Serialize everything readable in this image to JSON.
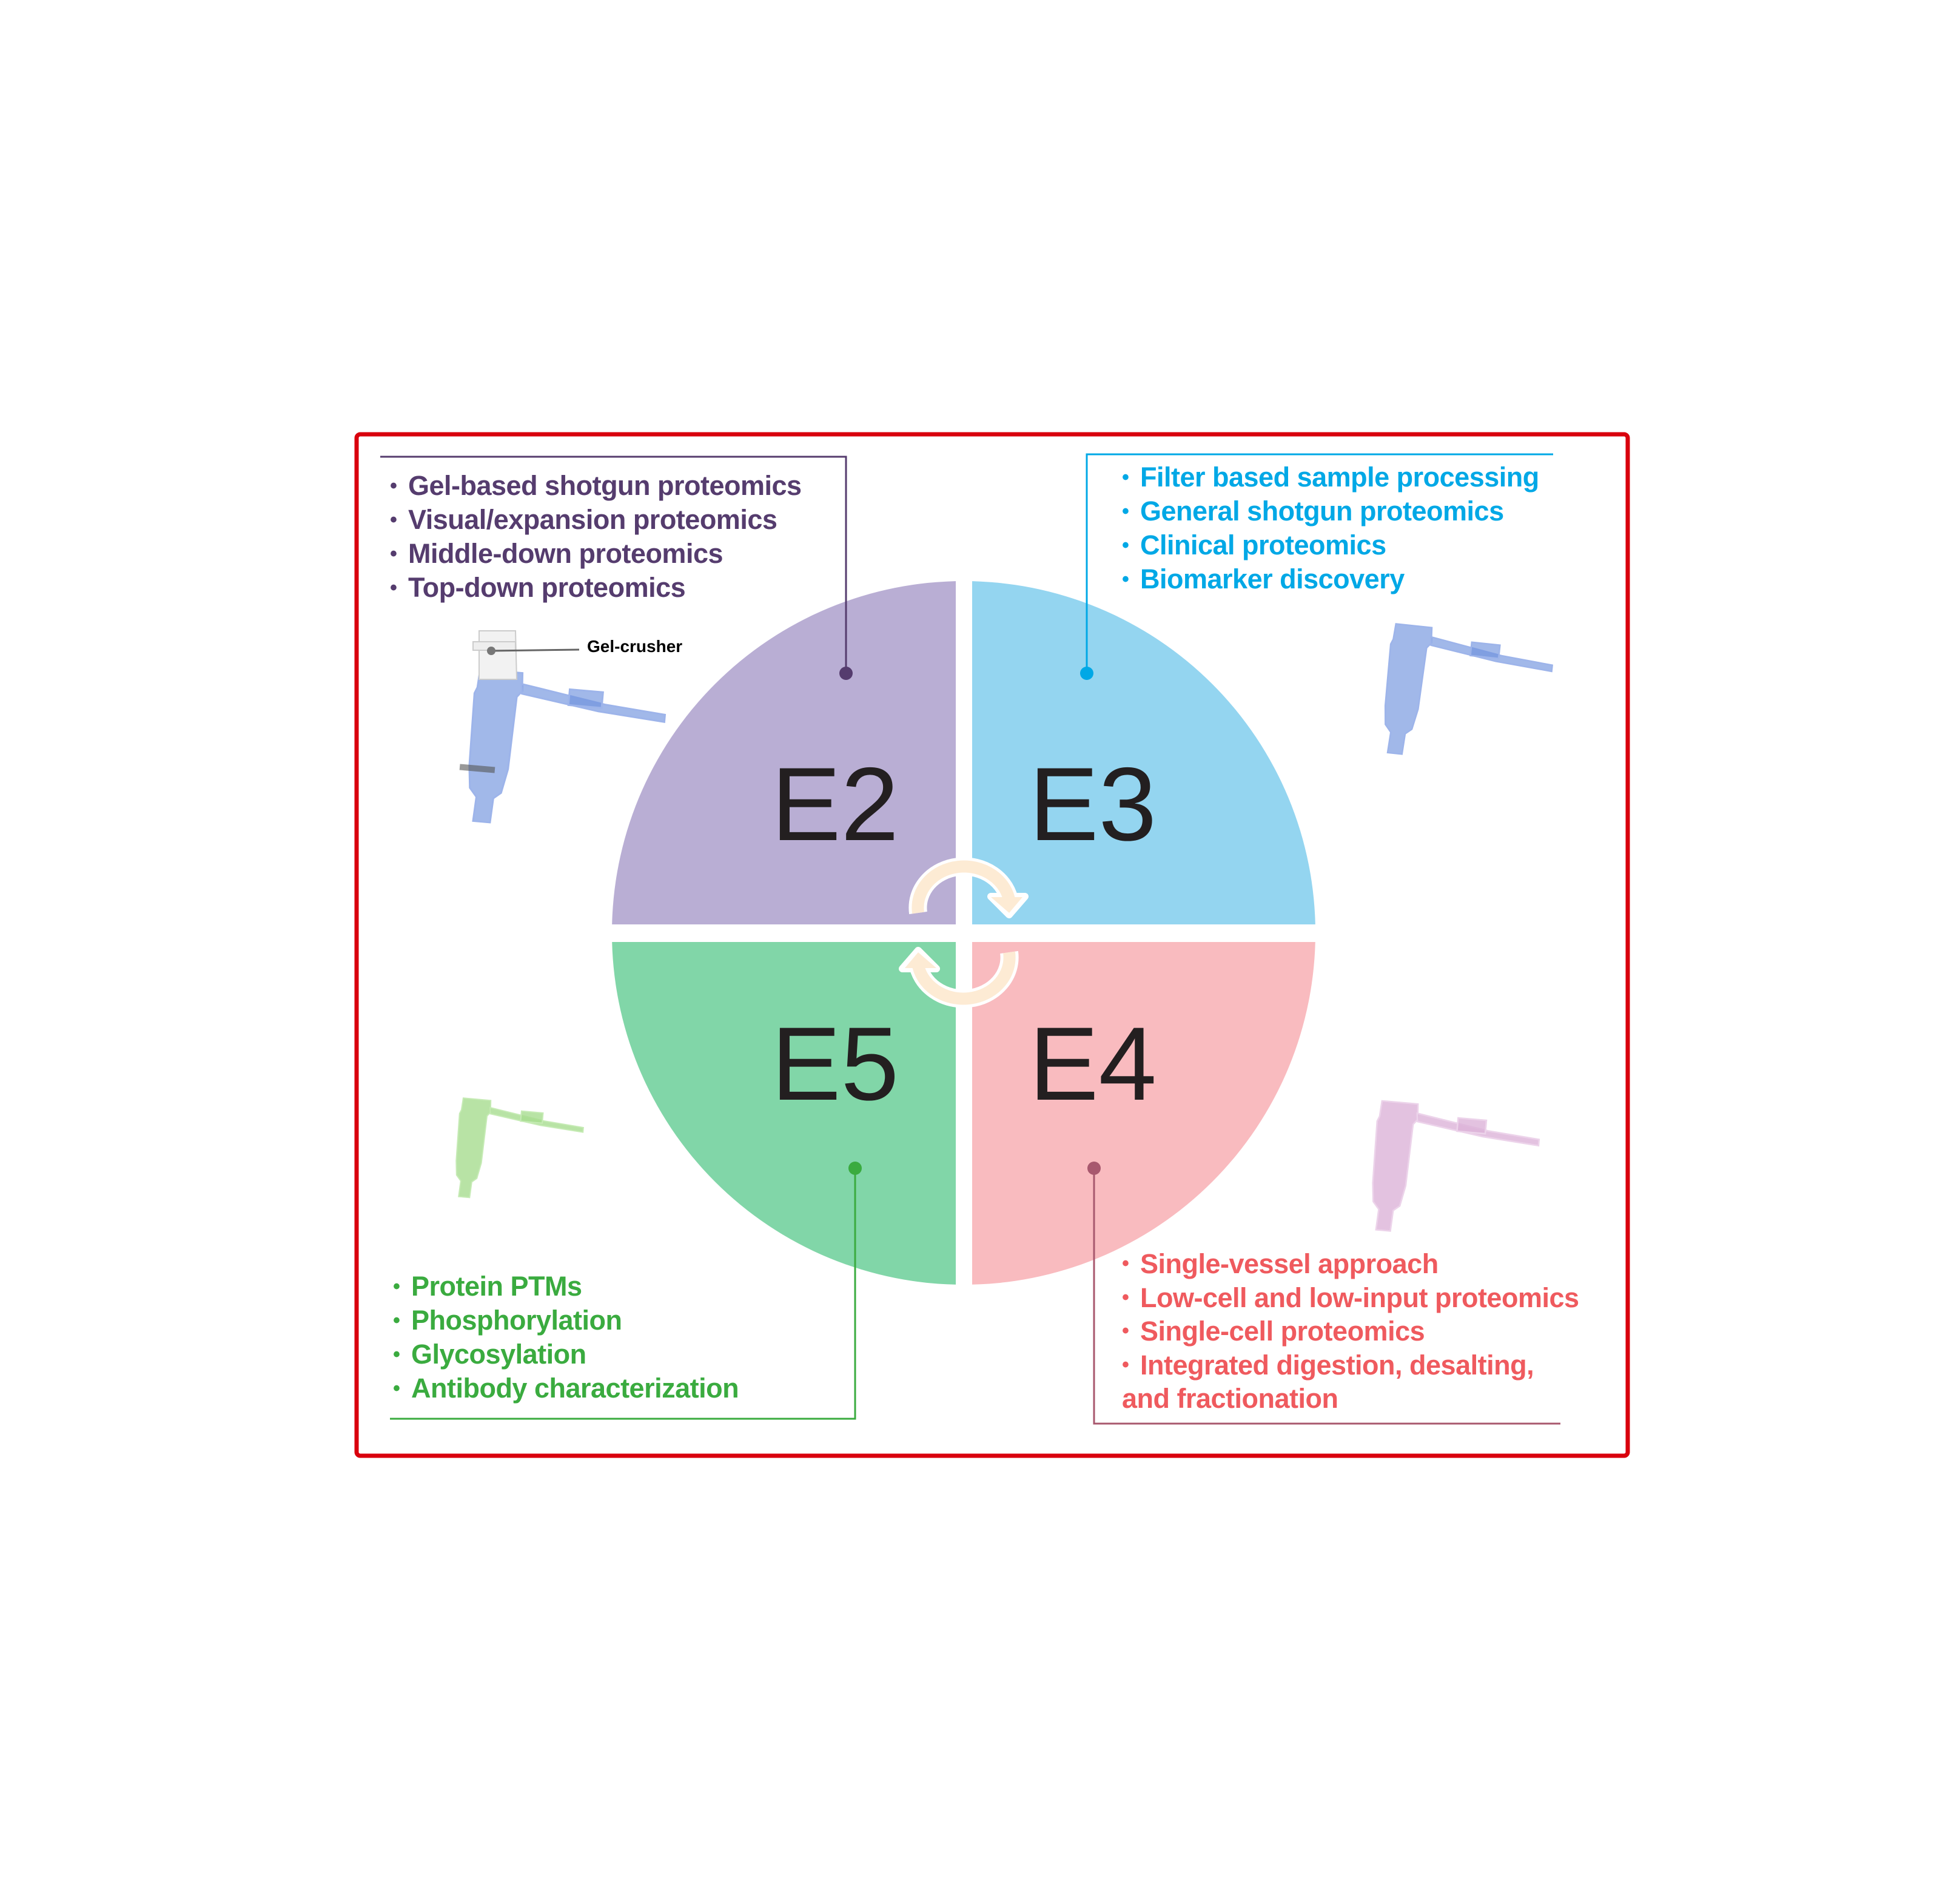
{
  "quadrants": {
    "e2": {
      "label": "E2",
      "fill": "#b9aed4",
      "text_color": "#553c6e",
      "items": [
        "Gel-based shotgun proteomics",
        "Visual/expansion proteomics",
        "Middle-down proteomics",
        "Top-down proteomics"
      ]
    },
    "e3": {
      "label": "E3",
      "fill": "#94d5f0",
      "text_color": "#00a8e6",
      "items": [
        "Filter based sample processing",
        "General shotgun proteomics",
        "Clinical proteomics",
        "Biomarker discovery"
      ]
    },
    "e4": {
      "label": "E4",
      "fill": "#f9bbbf",
      "text_color": "#ef5a5e",
      "items": [
        "Single-vessel approach",
        "Low-cell and low-input proteomics",
        "Single-cell proteomics",
        "Integrated digestion, desalting,"
      ],
      "continuation": "and fractionation"
    },
    "e5": {
      "label": "E5",
      "fill": "#81d6a8",
      "text_color": "#3aab3f",
      "items": [
        "Protein PTMs",
        "Phosphorylation",
        "Glycosylation",
        "Antibody characterization"
      ]
    }
  },
  "bullet": "•",
  "gel_crusher_label": "Gel-crusher",
  "frame_color": "#d9000d",
  "arrow_color": "#fdebd4"
}
